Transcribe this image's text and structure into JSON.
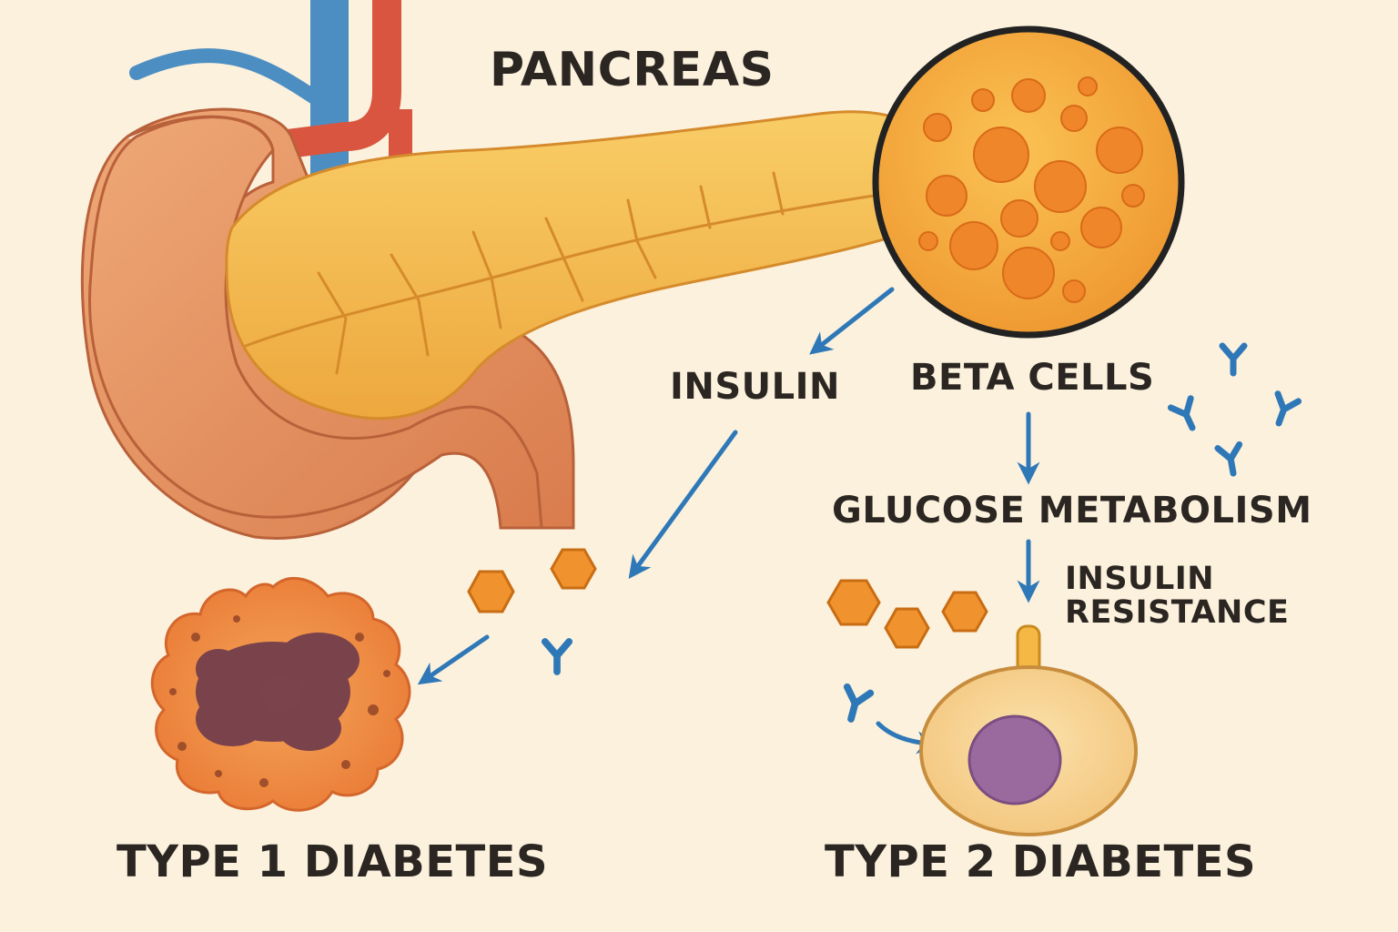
{
  "labels": {
    "pancreas": "PANCREAS",
    "insulin": "INSULIN",
    "beta_cells": "BETA CELLS",
    "glucose_metabolism": "GLUCOSE METABOLISM",
    "insulin_resistance_line1": "INSULIN",
    "insulin_resistance_line2": "RESISTANCE",
    "type1": "TYPE 1 DIABETES",
    "type2": "TYPE 2 DIABETES"
  },
  "colors": {
    "background": "#fbf1dd",
    "pancreas": "#f4b94a",
    "duodenum": "#e79463",
    "vein": "#4d8ec2",
    "artery": "#d9553f",
    "beta_cell": "#f0862a",
    "antibody": "#2f78b8",
    "arrow": "#2f78b8",
    "glucose": "#f0922d",
    "damaged_cell_core": "#6e3a4b",
    "cell_nucleus": "#9a6a9e",
    "text": "#2b2622"
  }
}
